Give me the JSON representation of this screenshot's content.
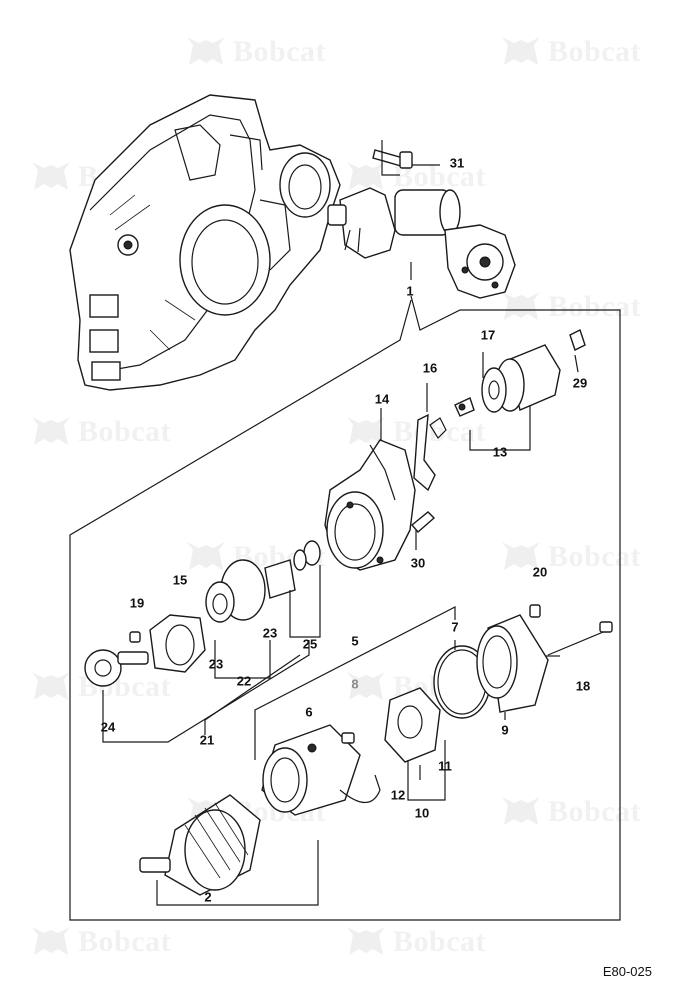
{
  "watermark": {
    "text": "Bobcat",
    "logo": "bobcat-head-logo"
  },
  "diagram_ref": "E80-025",
  "callouts": [
    "31",
    "1",
    "17",
    "29",
    "16",
    "13",
    "14",
    "30",
    "15",
    "19",
    "20",
    "23",
    "23",
    "22",
    "25",
    "24",
    "21",
    "5",
    "8",
    "7",
    "6",
    "18",
    "9",
    "11",
    "12",
    "10",
    "2"
  ]
}
